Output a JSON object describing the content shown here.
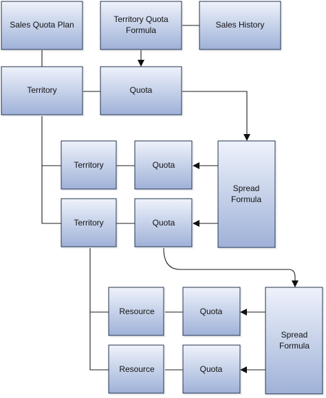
{
  "nodes": {
    "sales_quota_plan": "Sales Quota Plan",
    "territory_quota_formula_line1": "Territory Quota",
    "territory_quota_formula_line2": "Formula",
    "sales_history": "Sales History",
    "territory_top": "Territory",
    "quota_top": "Quota",
    "territory_a": "Territory",
    "quota_a": "Quota",
    "spread_formula_1_line1": "Spread",
    "spread_formula_1_line2": "Formula",
    "territory_b": "Territory",
    "quota_b": "Quota",
    "resource_a": "Resource",
    "quota_c": "Quota",
    "resource_b": "Resource",
    "quota_d": "Quota",
    "spread_formula_2_line1": "Spread",
    "spread_formula_2_line2": "Formula"
  }
}
